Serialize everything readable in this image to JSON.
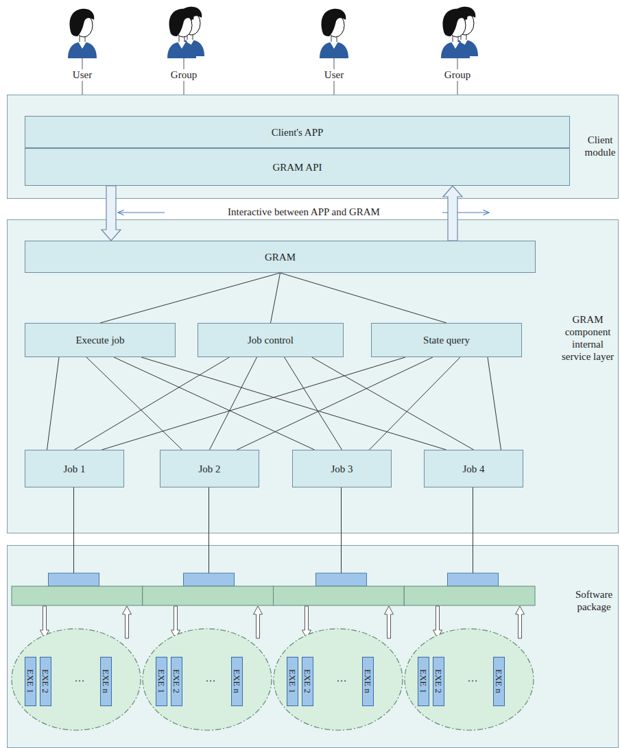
{
  "diagram": {
    "nodes": [
      {
        "text": [
          "Client module"
        ]
      },
      {
        "text": [
          "Client's APP"
        ],
        "in": 0
      },
      {
        "text": [
          "GRAM API"
        ],
        "in": 0
      },
      {
        "text": [
          "GRAM component internal service layer"
        ]
      },
      {
        "text": [
          "GRAM"
        ],
        "in": 3
      },
      {
        "text": [
          "Execute job"
        ],
        "in": 3
      },
      {
        "text": [
          "Job control"
        ],
        "in": 3
      },
      {
        "text": [
          "State query"
        ],
        "in": 3
      },
      {
        "text": [
          "Job 1"
        ],
        "in": 3
      },
      {
        "text": [
          "Job 2"
        ],
        "in": 3
      },
      {
        "text": [
          "Job 3"
        ],
        "in": 3
      },
      {
        "text": [
          "Job 4"
        ],
        "in": 3
      },
      {
        "text": [
          "Software package"
        ]
      },
      {
        "text": [
          "…"
        ],
        "in": 12
      },
      {
        "text": [
          "EXE 1"
        ],
        "in": 13
      },
      {
        "text": [
          "EXE 2"
        ],
        "in": 13
      },
      {
        "text": [
          "EXE n"
        ],
        "in": 13
      },
      {
        "text": [
          "…"
        ],
        "in": 12
      },
      {
        "text": [
          "EXE 1"
        ],
        "in": 17
      },
      {
        "text": [
          "EXE 2"
        ],
        "in": 17
      },
      {
        "text": [
          "EXE n"
        ],
        "in": 17
      },
      {
        "text": [
          "…"
        ],
        "in": 12
      },
      {
        "text": [
          "EXE 1"
        ],
        "in": 21
      },
      {
        "text": [
          "EXE 2"
        ],
        "in": 21
      },
      {
        "text": [
          "EXE n"
        ],
        "in": 21
      },
      {
        "text": [
          "…"
        ],
        "in": 12
      },
      {
        "text": [
          "EXE 1"
        ],
        "in": 25
      },
      {
        "text": [
          "EXE 2"
        ],
        "in": 25
      },
      {
        "text": [
          "EXE n"
        ],
        "in": 25
      }
    ],
    "edges": [
      {
        "from": 2,
        "to": 4,
        "arrow": "to"
      },
      {
        "from": 4,
        "to": 2,
        "arrow": "to"
      },
      {
        "from": 4,
        "to": 5,
        "arrow": "none"
      },
      {
        "from": 4,
        "to": 6,
        "arrow": "none"
      },
      {
        "from": 4,
        "to": 7,
        "arrow": "none"
      },
      {
        "from": 5,
        "to": 8,
        "arrow": "none"
      },
      {
        "from": 5,
        "to": 9,
        "arrow": "none"
      },
      {
        "from": 5,
        "to": 10,
        "arrow": "none"
      },
      {
        "from": 5,
        "to": 11,
        "arrow": "none"
      },
      {
        "from": 6,
        "to": 8,
        "arrow": "none"
      },
      {
        "from": 6,
        "to": 9,
        "arrow": "none"
      },
      {
        "from": 6,
        "to": 10,
        "arrow": "none"
      },
      {
        "from": 6,
        "to": 11,
        "arrow": "none"
      },
      {
        "from": 7,
        "to": 8,
        "arrow": "none"
      },
      {
        "from": 7,
        "to": 9,
        "arrow": "none"
      },
      {
        "from": 7,
        "to": 10,
        "arrow": "none"
      },
      {
        "from": 7,
        "to": 11,
        "arrow": "none"
      }
    ],
    "labels": [
      "User",
      "Group",
      "User",
      "Group",
      "Interactive between APP and GRAM"
    ]
  }
}
